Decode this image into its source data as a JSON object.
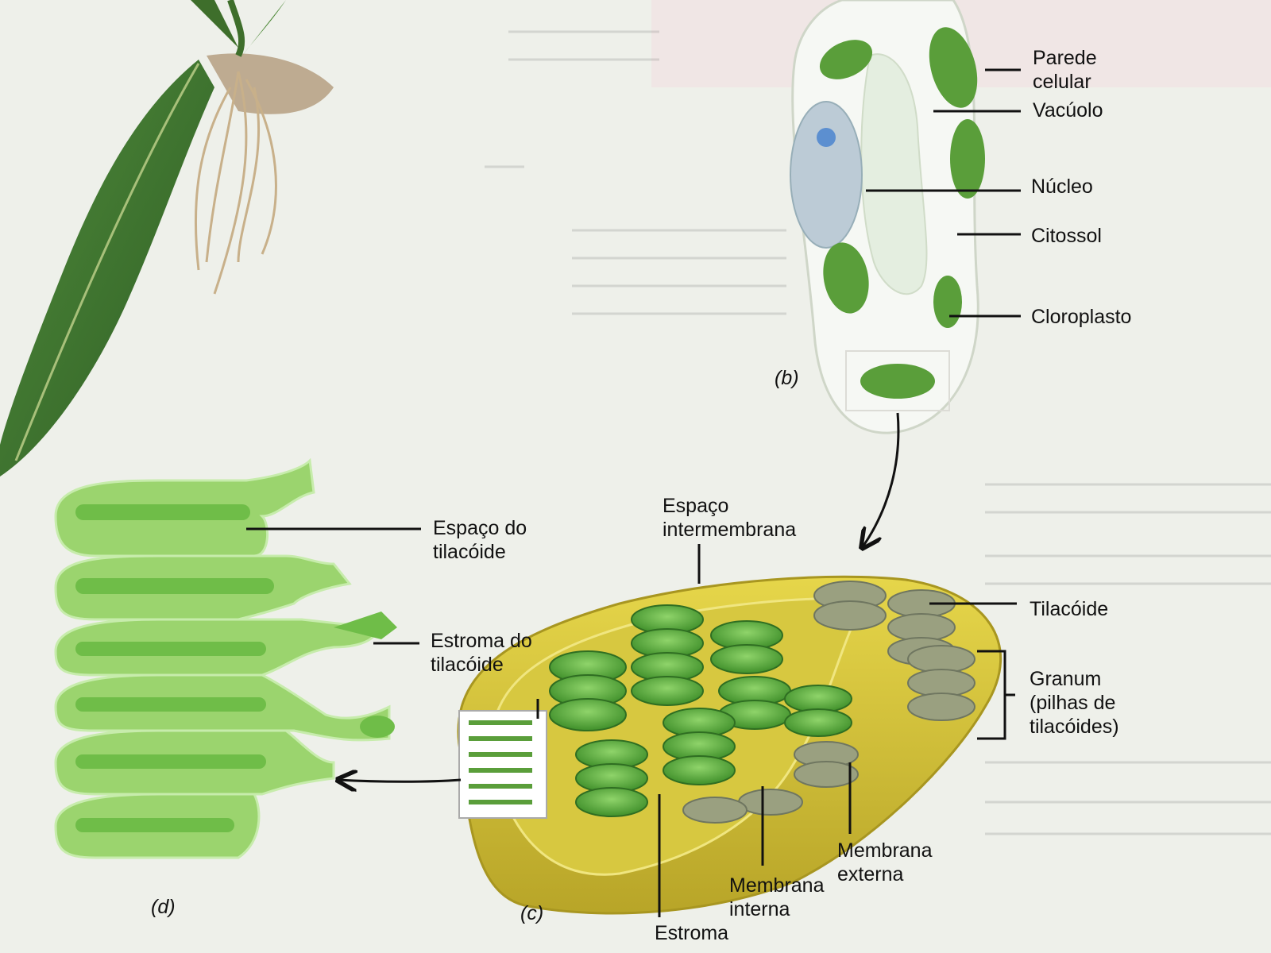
{
  "panels": {
    "b": "(b)",
    "c": "(c)",
    "d": "(d)"
  },
  "labels": {
    "parede_1": "Parede",
    "parede_2": "celular",
    "vacuolo": "Vacúolo",
    "nucleo": "Núcleo",
    "citossol": "Citossol",
    "cloroplasto": "Cloroplasto",
    "espaco_inter_1": "Espaço",
    "espaco_inter_2": "intermembrana",
    "tilacoide": "Tilacóide",
    "granum_1": "Granum",
    "granum_2": "(pilhas de",
    "granum_3": "tilacóides)",
    "membrana_externa_1": "Membrana",
    "membrana_externa_2": "externa",
    "membrana_interna_1": "Membrana",
    "membrana_interna_2": "interna",
    "estroma": "Estroma",
    "espaco_tilacoide_1": "Espaço do",
    "espaco_tilacoide_2": "tilacóide",
    "estroma_tilacoide_1": "Estroma do",
    "estroma_tilacoide_2": "tilacóide"
  },
  "colors": {
    "chloroplast_green": "#5a9e3a",
    "membrane_yellow": "#d4c23a",
    "thylakoid_light": "#a8da7c",
    "grana_grey": "#9aa080"
  }
}
